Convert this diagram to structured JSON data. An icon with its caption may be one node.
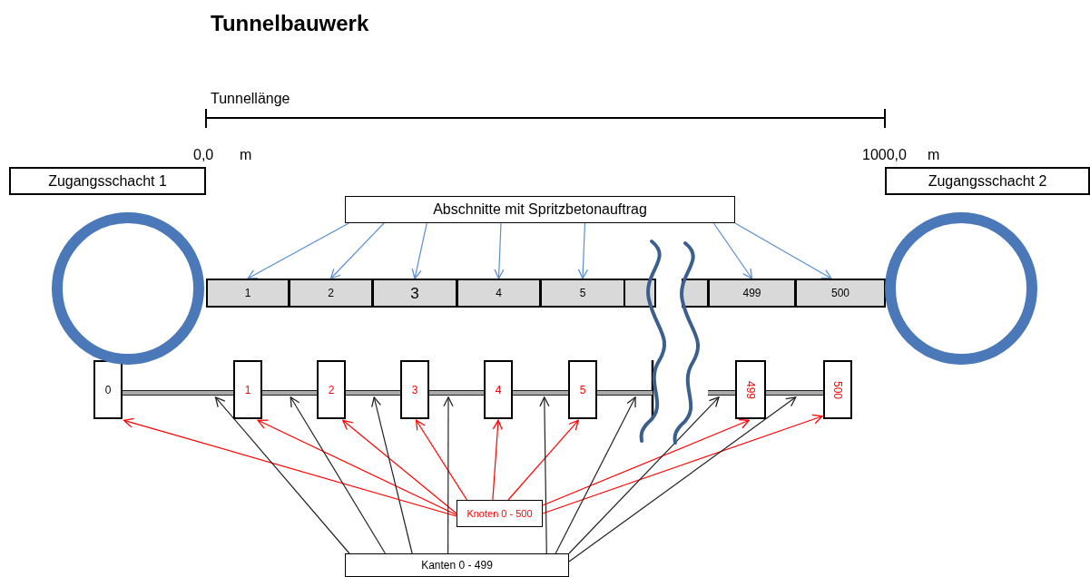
{
  "diagram": {
    "title": "Tunnelbauwerk",
    "nodes": [
      {
        "text": [
          "Zugangsschacht 1"
        ]
      },
      {
        "text": [
          "Zugangsschacht 2"
        ]
      },
      {
        "text": [
          "Abschnitte mit Spritzbetonauftrag"
        ]
      },
      {
        "text": [
          "1"
        ]
      },
      {
        "text": [
          "2"
        ]
      },
      {
        "text": [
          "3"
        ]
      },
      {
        "text": [
          "4"
        ]
      },
      {
        "text": [
          "5"
        ]
      },
      {
        "text": [
          "499"
        ]
      },
      {
        "text": [
          "500"
        ]
      },
      {
        "text": [
          "0"
        ]
      },
      {
        "text": [
          "1"
        ]
      },
      {
        "text": [
          "2"
        ]
      },
      {
        "text": [
          "3"
        ]
      },
      {
        "text": [
          "4"
        ]
      },
      {
        "text": [
          "5"
        ]
      },
      {
        "text": [
          "499"
        ]
      },
      {
        "text": [
          "500"
        ]
      },
      {
        "text": [
          "Knoten 0 - 500"
        ]
      },
      {
        "text": [
          "Kanten 0 - 499"
        ]
      },
      {
        "text": [],
        "shape": "circle"
      },
      {
        "text": [],
        "shape": "circle"
      },
      {
        "text": [],
        "shape": "bar"
      },
      {
        "text": [],
        "shape": "bar"
      },
      {
        "text": [],
        "shape": "bar"
      },
      {
        "text": [],
        "shape": "bar"
      },
      {
        "text": [],
        "shape": "bar"
      },
      {
        "text": [],
        "shape": "bar"
      },
      {
        "text": [],
        "shape": "bar"
      },
      {
        "text": [],
        "shape": "bar"
      }
    ],
    "edges": [
      {
        "from": 2,
        "to": 3,
        "arrow": "to",
        "color": "#5b8fd0"
      },
      {
        "from": 2,
        "to": 4,
        "arrow": "to",
        "color": "#5b8fd0"
      },
      {
        "from": 2,
        "to": 5,
        "arrow": "to",
        "color": "#5b8fd0"
      },
      {
        "from": 2,
        "to": 6,
        "arrow": "to",
        "color": "#5b8fd0"
      },
      {
        "from": 2,
        "to": 7,
        "arrow": "to",
        "color": "#5b8fd0"
      },
      {
        "from": 2,
        "to": 8,
        "arrow": "to",
        "color": "#5b8fd0"
      },
      {
        "from": 2,
        "to": 9,
        "arrow": "to",
        "color": "#5b8fd0"
      },
      {
        "from": 18,
        "to": 10,
        "arrow": "to",
        "color": "#ff0000"
      },
      {
        "from": 18,
        "to": 11,
        "arrow": "to",
        "color": "#ff0000"
      },
      {
        "from": 18,
        "to": 12,
        "arrow": "to",
        "color": "#ff0000"
      },
      {
        "from": 18,
        "to": 13,
        "arrow": "to",
        "color": "#ff0000"
      },
      {
        "from": 18,
        "to": 14,
        "arrow": "to",
        "color": "#ff0000"
      },
      {
        "from": 18,
        "to": 15,
        "arrow": "to",
        "color": "#ff0000"
      },
      {
        "from": 18,
        "to": 16,
        "arrow": "to",
        "color": "#ff0000"
      },
      {
        "from": 18,
        "to": 17,
        "arrow": "to",
        "color": "#ff0000"
      },
      {
        "from": 19,
        "to": 22,
        "arrow": "to",
        "color": "#222222"
      },
      {
        "from": 19,
        "to": 23,
        "arrow": "to",
        "color": "#222222"
      },
      {
        "from": 19,
        "to": 24,
        "arrow": "to",
        "color": "#222222"
      },
      {
        "from": 19,
        "to": 25,
        "arrow": "to",
        "color": "#222222"
      },
      {
        "from": 19,
        "to": 26,
        "arrow": "to",
        "color": "#222222"
      },
      {
        "from": 19,
        "to": 27,
        "arrow": "to",
        "color": "#222222"
      },
      {
        "from": 19,
        "to": 28,
        "arrow": "to",
        "color": "#222222"
      },
      {
        "from": 19,
        "to": 29,
        "arrow": "to",
        "color": "#222222"
      }
    ],
    "labels": [
      "Tunnellänge",
      "0,0",
      "m",
      "1000,0",
      "m"
    ]
  }
}
